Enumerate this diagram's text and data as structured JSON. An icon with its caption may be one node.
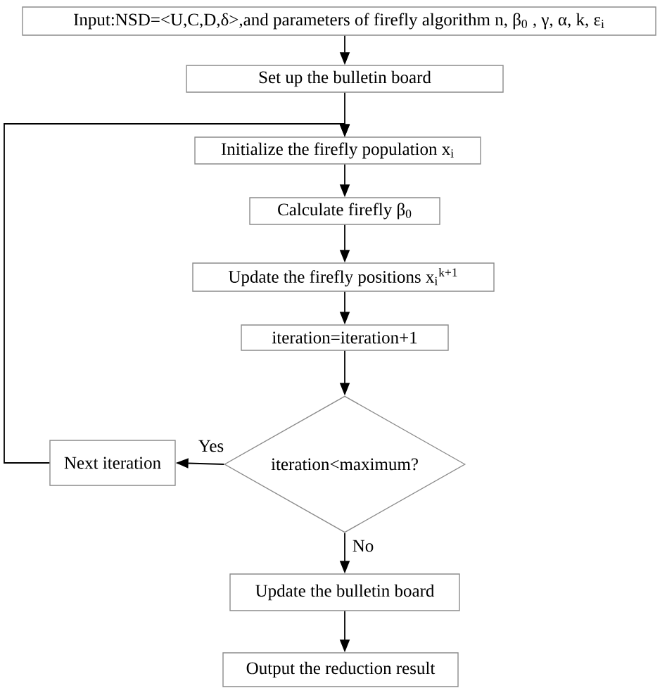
{
  "diagram": {
    "nodes": [
      {
        "text": [
          "Input:NSD=<U,C,D,δ>,and parameters of firefly algorithm n, β$_{0}$ , γ, α, k, ε$_{i}$"
        ]
      },
      {
        "text": [
          "Set up the bulletin board"
        ]
      },
      {
        "text": [
          "Initialize the firefly population x$_{i}$"
        ]
      },
      {
        "text": [
          "Calculate firefly β$_{0}$"
        ]
      },
      {
        "text": [
          "Update the firefly positions x$_{i}$$^{k+1}$"
        ]
      },
      {
        "text": [
          "iteration=iteration+1"
        ]
      },
      {
        "text": [
          "iteration<maximum?"
        ]
      },
      {
        "text": [
          "Next iteration"
        ]
      },
      {
        "text": [
          "Update the bulletin board"
        ]
      },
      {
        "text": [
          "Output the reduction result"
        ]
      }
    ],
    "edges": [
      {
        "from": 0,
        "to": 1,
        "arrow": "to"
      },
      {
        "from": 1,
        "to": 2,
        "arrow": "to"
      },
      {
        "from": 2,
        "to": 3,
        "arrow": "to"
      },
      {
        "from": 3,
        "to": 4,
        "arrow": "to"
      },
      {
        "from": 4,
        "to": 5,
        "arrow": "to"
      },
      {
        "from": 5,
        "to": 6,
        "arrow": "to"
      },
      {
        "from": 6,
        "to": 7,
        "arrow": "to",
        "label": "Yes"
      },
      {
        "from": 6,
        "to": 8,
        "arrow": "to",
        "label": "No"
      },
      {
        "from": 8,
        "to": 9,
        "arrow": "to"
      },
      {
        "from": 7,
        "to": 2,
        "arrow": "to"
      }
    ]
  }
}
